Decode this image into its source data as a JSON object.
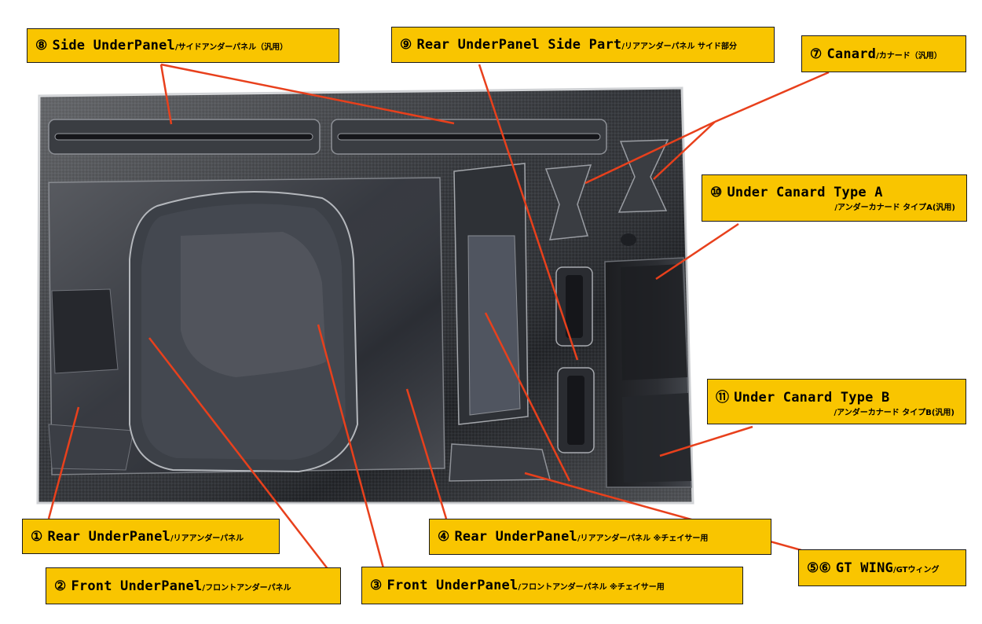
{
  "labels": [
    {
      "id": "side-underpanel",
      "num": "⑧",
      "en": "Side UnderPanel",
      "jp": "/サイドアンダーパネル（汎用）"
    },
    {
      "id": "rear-underpanel-side-part",
      "num": "⑨",
      "en": "Rear UnderPanel Side Part",
      "jp": "/リアアンダーパネル サイド部分"
    },
    {
      "id": "canard",
      "num": "⑦",
      "en": "Canard",
      "jp": "/カナード（汎用）"
    },
    {
      "id": "under-canard-type-a",
      "num": "⑩",
      "en": "Under Canard Type A",
      "jp": "/アンダーカナード タイプA(汎用)"
    },
    {
      "id": "under-canard-type-b",
      "num": "⑪",
      "en": "Under Canard Type B",
      "jp": "/アンダーカナード タイプB(汎用)"
    },
    {
      "id": "rear-underpanel-1",
      "num": "①",
      "en": "Rear UnderPanel",
      "jp": "/リアアンダーパネル"
    },
    {
      "id": "front-underpanel-2",
      "num": "②",
      "en": "Front UnderPanel",
      "jp": "/フロントアンダーパネル"
    },
    {
      "id": "front-underpanel-3",
      "num": "③",
      "en": "Front UnderPanel",
      "jp": "/フロントアンダーパネル ※チェイサー用"
    },
    {
      "id": "rear-underpanel-4",
      "num": "④",
      "en": "Rear UnderPanel",
      "jp": "/リアアンダーパネル ※チェイサー用"
    },
    {
      "id": "gt-wing",
      "num": "⑤⑥",
      "en": "GT WING",
      "jp": "/GTウィング"
    }
  ],
  "colors": {
    "label_fill": "#f9c500",
    "leader_line": "#e8401c",
    "carbon_dark": "#2a2c30",
    "carbon_light": "#5a5e66"
  }
}
